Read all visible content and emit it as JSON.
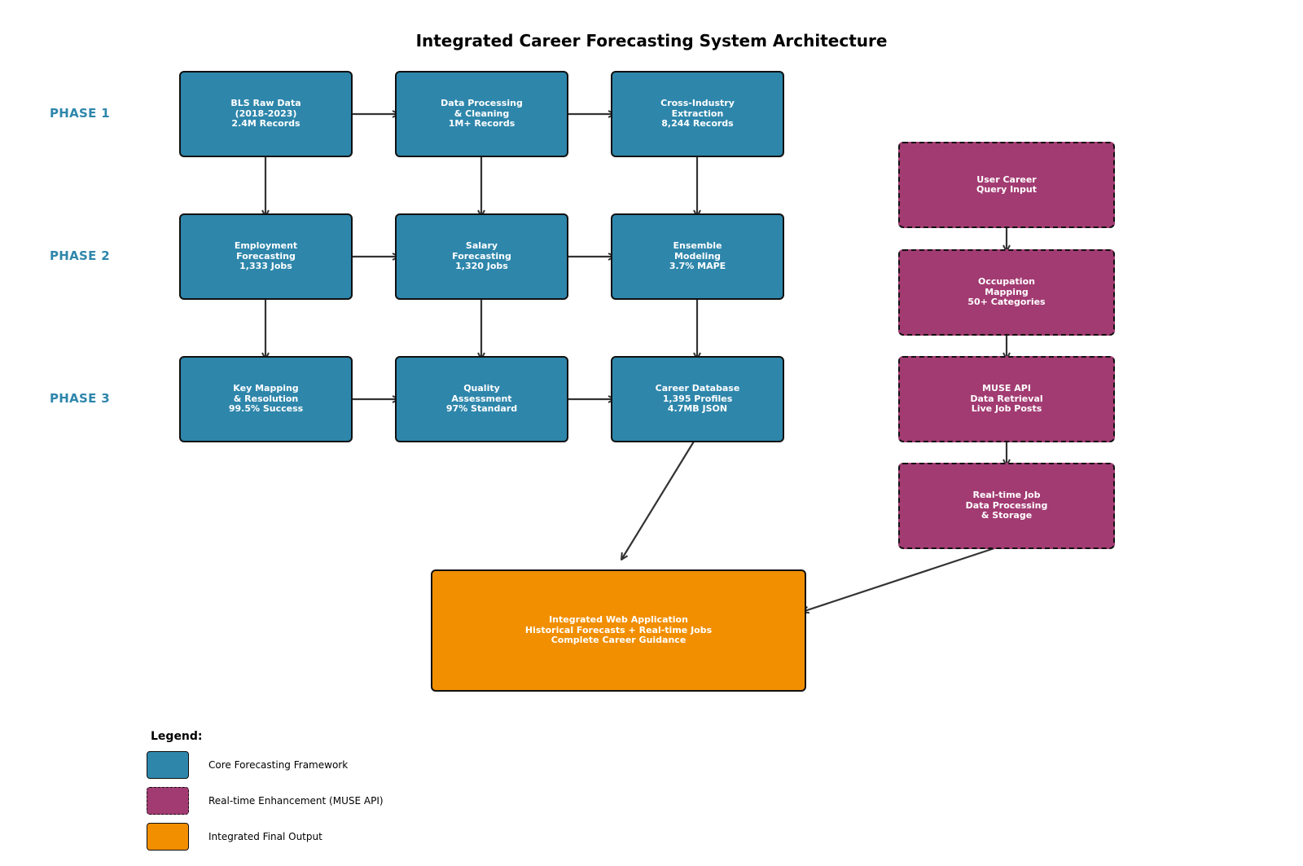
{
  "title": "Integrated Career Forecasting System Architecture",
  "phases": [
    "PHASE 1",
    "PHASE 2",
    "PHASE 3"
  ],
  "core_nodes": [
    "BLS Raw Data\n(2018-2023)\n2.4M Records",
    "Data Processing\n& Cleaning\n1M+ Records",
    "Cross-Industry\nExtraction\n8,244 Records",
    "Employment\nForecasting\n1,333 Jobs",
    "Salary\nForecasting\n1,320 Jobs",
    "Ensemble\nModeling\n3.7% MAPE",
    "Key Mapping\n& Resolution\n99.5% Success",
    "Quality\nAssessment\n97% Standard",
    "Career Database\n1,395 Profiles\n4.7MB JSON"
  ],
  "realtime_nodes": [
    "User Career\nQuery Input",
    "Occupation\nMapping\n50+ Categories",
    "MUSE API\nData Retrieval\nLive Job Posts",
    "Real-time Job\nData Processing\n& Storage"
  ],
  "final_node": "Integrated Web Application\nHistorical Forecasts + Real-time Jobs\nComplete Career Guidance",
  "legend": {
    "title": "Legend:",
    "items": [
      "Core Forecasting Framework",
      "Real-time Enhancement (MUSE API)",
      "Integrated Final Output"
    ]
  },
  "colors": {
    "core": "#2e86ab",
    "realtime": "#a23b72",
    "final": "#f18f01",
    "arrow": "#333333"
  }
}
